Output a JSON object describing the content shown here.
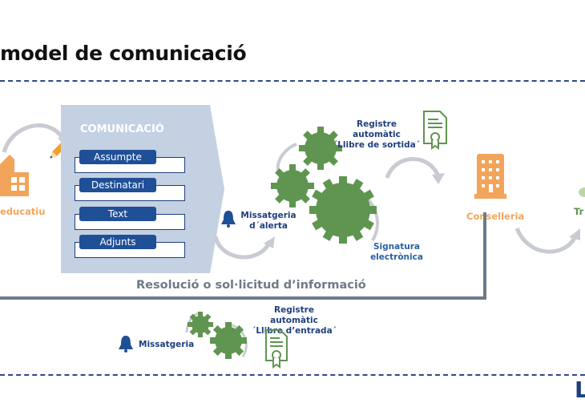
{
  "header": {
    "title": "model de comunicació"
  },
  "left_node": {
    "label": "educatiu",
    "icon": "school-building-icon"
  },
  "communication_panel": {
    "title": "COMUNICACIÓ",
    "fields": [
      "Assumpte",
      "Destinatari",
      "Text",
      "Adjunts"
    ]
  },
  "alert": {
    "label_line1": "Missatgeria",
    "label_line2": "d´alerta",
    "icon": "bell-icon"
  },
  "register_out": {
    "line1": "Registre automàtic",
    "line2": "´Llibre de sortida´",
    "icon": "certificate-icon"
  },
  "signature": {
    "label": "Signatura electrònica"
  },
  "conselleria": {
    "label": "Conselleria",
    "icon": "office-building-icon"
  },
  "right_partial": {
    "label": "Tr"
  },
  "return_path": {
    "label": "Resolució o sol·licitud d’informació"
  },
  "bottom": {
    "messaging": "Missatgeria",
    "register_in_line1": "Registre automàtic",
    "register_in_line2": "´Llibre d’entrada´"
  },
  "corner_logo": {
    "text": "L"
  },
  "colors": {
    "blue": "#1f4f96",
    "green": "#5f9550",
    "orange": "#f2a55a",
    "panel": "#c3d1e2",
    "grey": "#6d7a88"
  }
}
